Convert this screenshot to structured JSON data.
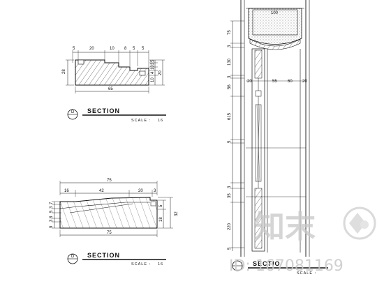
{
  "section_1": {
    "title": "SECTION",
    "scale_label": "SCALE :",
    "scale_value": "16",
    "marker": "D",
    "top_dims": [
      "5",
      "20",
      "10",
      "8",
      "5",
      "5"
    ],
    "left_dim": "28",
    "right_dims": [
      "10",
      "3",
      "5",
      "4",
      "10",
      "20"
    ],
    "bottom_dim": "65"
  },
  "section_2": {
    "title": "SECTION",
    "scale_label": "SCALE :",
    "scale_value": "16",
    "marker": "D",
    "top_dims": [
      "75",
      "16",
      "42",
      "20",
      "3"
    ],
    "left_dims": [
      "7",
      "3",
      "5",
      "8",
      "3",
      "9"
    ],
    "right_dims": [
      "5",
      "18",
      "32"
    ],
    "bottom_dim": "75"
  },
  "elevation": {
    "title_partial": "SECTIO",
    "scale_label": "SCALE :",
    "top_dim": "100",
    "vertical_dims": [
      "75",
      "3",
      "130",
      "3",
      "56",
      "615",
      "5",
      "3",
      "35",
      "220",
      "5"
    ],
    "horizontal_dims": [
      "20",
      "55",
      "60",
      "20"
    ]
  },
  "watermark": {
    "brand": "知末",
    "id_text": "ID: 167081169"
  }
}
